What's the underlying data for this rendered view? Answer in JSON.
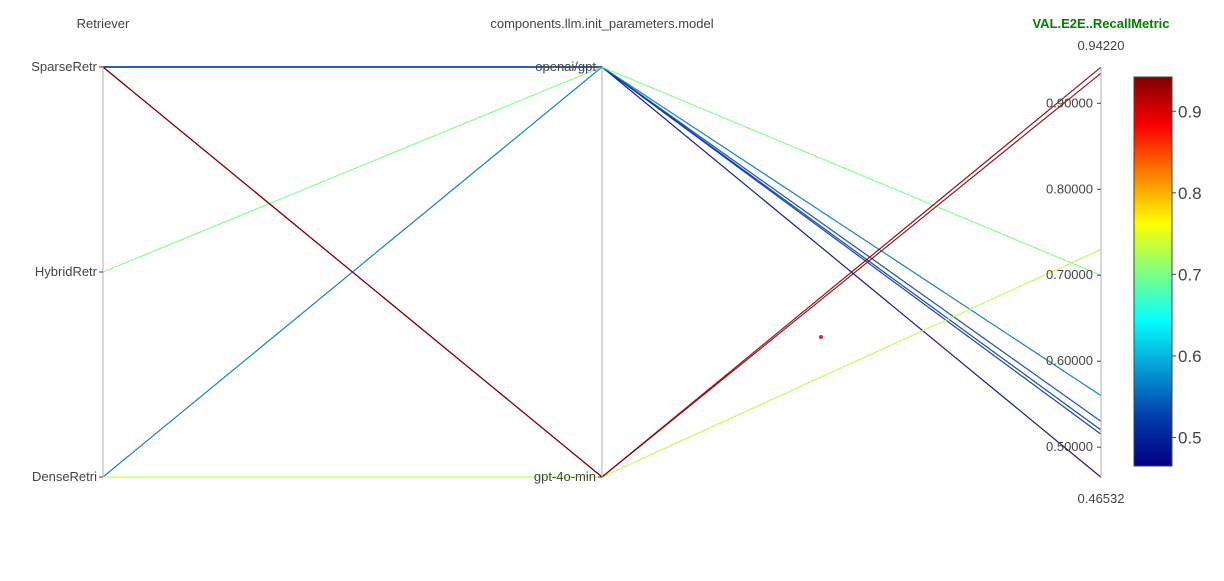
{
  "chart_data": {
    "type": "parallel_coordinates",
    "dimensions": [
      {
        "label": "Retriever",
        "kind": "categorical",
        "ticks": [
          "SparseRetr",
          "HybridRetr",
          "DenseRetri"
        ]
      },
      {
        "label": "components.llm.init_parameters.model",
        "kind": "categorical",
        "ticks": [
          "openai/gpt",
          "gpt-4o-min"
        ]
      },
      {
        "label": "VAL.E2E..RecallMetric",
        "kind": "numeric",
        "range": [
          0.46532,
          0.9422
        ],
        "ticks": [
          "0.90000",
          "0.80000",
          "0.70000",
          "0.60000",
          "0.50000"
        ],
        "range_labels": [
          "0.94220",
          "0.46532"
        ],
        "label_color": "#008000"
      }
    ],
    "lines": [
      {
        "retriever": "SparseRetr",
        "model": "openai/gpt",
        "value": 0.465
      },
      {
        "retriever": "SparseRetr",
        "model": "openai/gpt",
        "value": 0.515
      },
      {
        "retriever": "SparseRetr",
        "model": "openai/gpt",
        "value": 0.52
      },
      {
        "retriever": "SparseRetr",
        "model": "openai/gpt",
        "value": 0.53
      },
      {
        "retriever": "DenseRetri",
        "model": "openai/gpt",
        "value": 0.56
      },
      {
        "retriever": "HybridRetr",
        "model": "openai/gpt",
        "value": 0.7
      },
      {
        "retriever": "DenseRetri",
        "model": "gpt-4o-min",
        "value": 0.73
      },
      {
        "retriever": "SparseRetr",
        "model": "gpt-4o-min",
        "value": 0.935
      },
      {
        "retriever": "SparseRetr",
        "model": "gpt-4o-min",
        "value": 0.942
      }
    ],
    "colorbar": {
      "range": [
        0.465,
        0.942
      ],
      "ticks": [
        0.5,
        0.6,
        0.7,
        0.8,
        0.9
      ],
      "tick_labels": [
        "0.5",
        "0.6",
        "0.7",
        "0.8",
        "0.9"
      ],
      "colorscale": "jet"
    }
  }
}
